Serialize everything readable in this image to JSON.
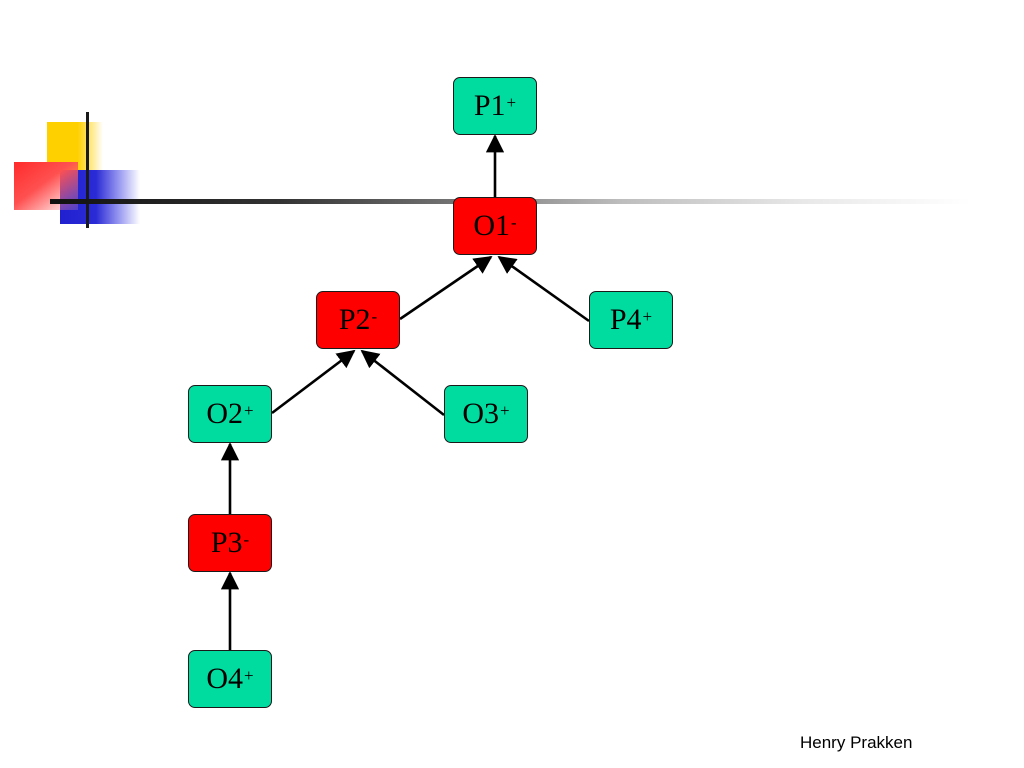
{
  "footer": {
    "author": "Henry Prakken"
  },
  "colors": {
    "in_node": "#00dca0",
    "out_node": "#ff0000",
    "edge": "#000000"
  },
  "nodes": {
    "P1": {
      "label": "P1",
      "sign": "+",
      "status": "in"
    },
    "O1": {
      "label": "O1",
      "sign": "-",
      "status": "out"
    },
    "P2": {
      "label": "P2",
      "sign": "-",
      "status": "out"
    },
    "P4": {
      "label": "P4",
      "sign": "+",
      "status": "in"
    },
    "O2": {
      "label": "O2",
      "sign": "+",
      "status": "in"
    },
    "O3": {
      "label": "O3",
      "sign": "+",
      "status": "in"
    },
    "P3": {
      "label": "P3",
      "sign": "-",
      "status": "out"
    },
    "O4": {
      "label": "O4",
      "sign": "+",
      "status": "in"
    }
  },
  "edges": [
    {
      "from": "O1",
      "to": "P1"
    },
    {
      "from": "P2",
      "to": "O1"
    },
    {
      "from": "P4",
      "to": "O1"
    },
    {
      "from": "O2",
      "to": "P2"
    },
    {
      "from": "O3",
      "to": "P2"
    },
    {
      "from": "P3",
      "to": "O2"
    },
    {
      "from": "O4",
      "to": "P3"
    }
  ]
}
